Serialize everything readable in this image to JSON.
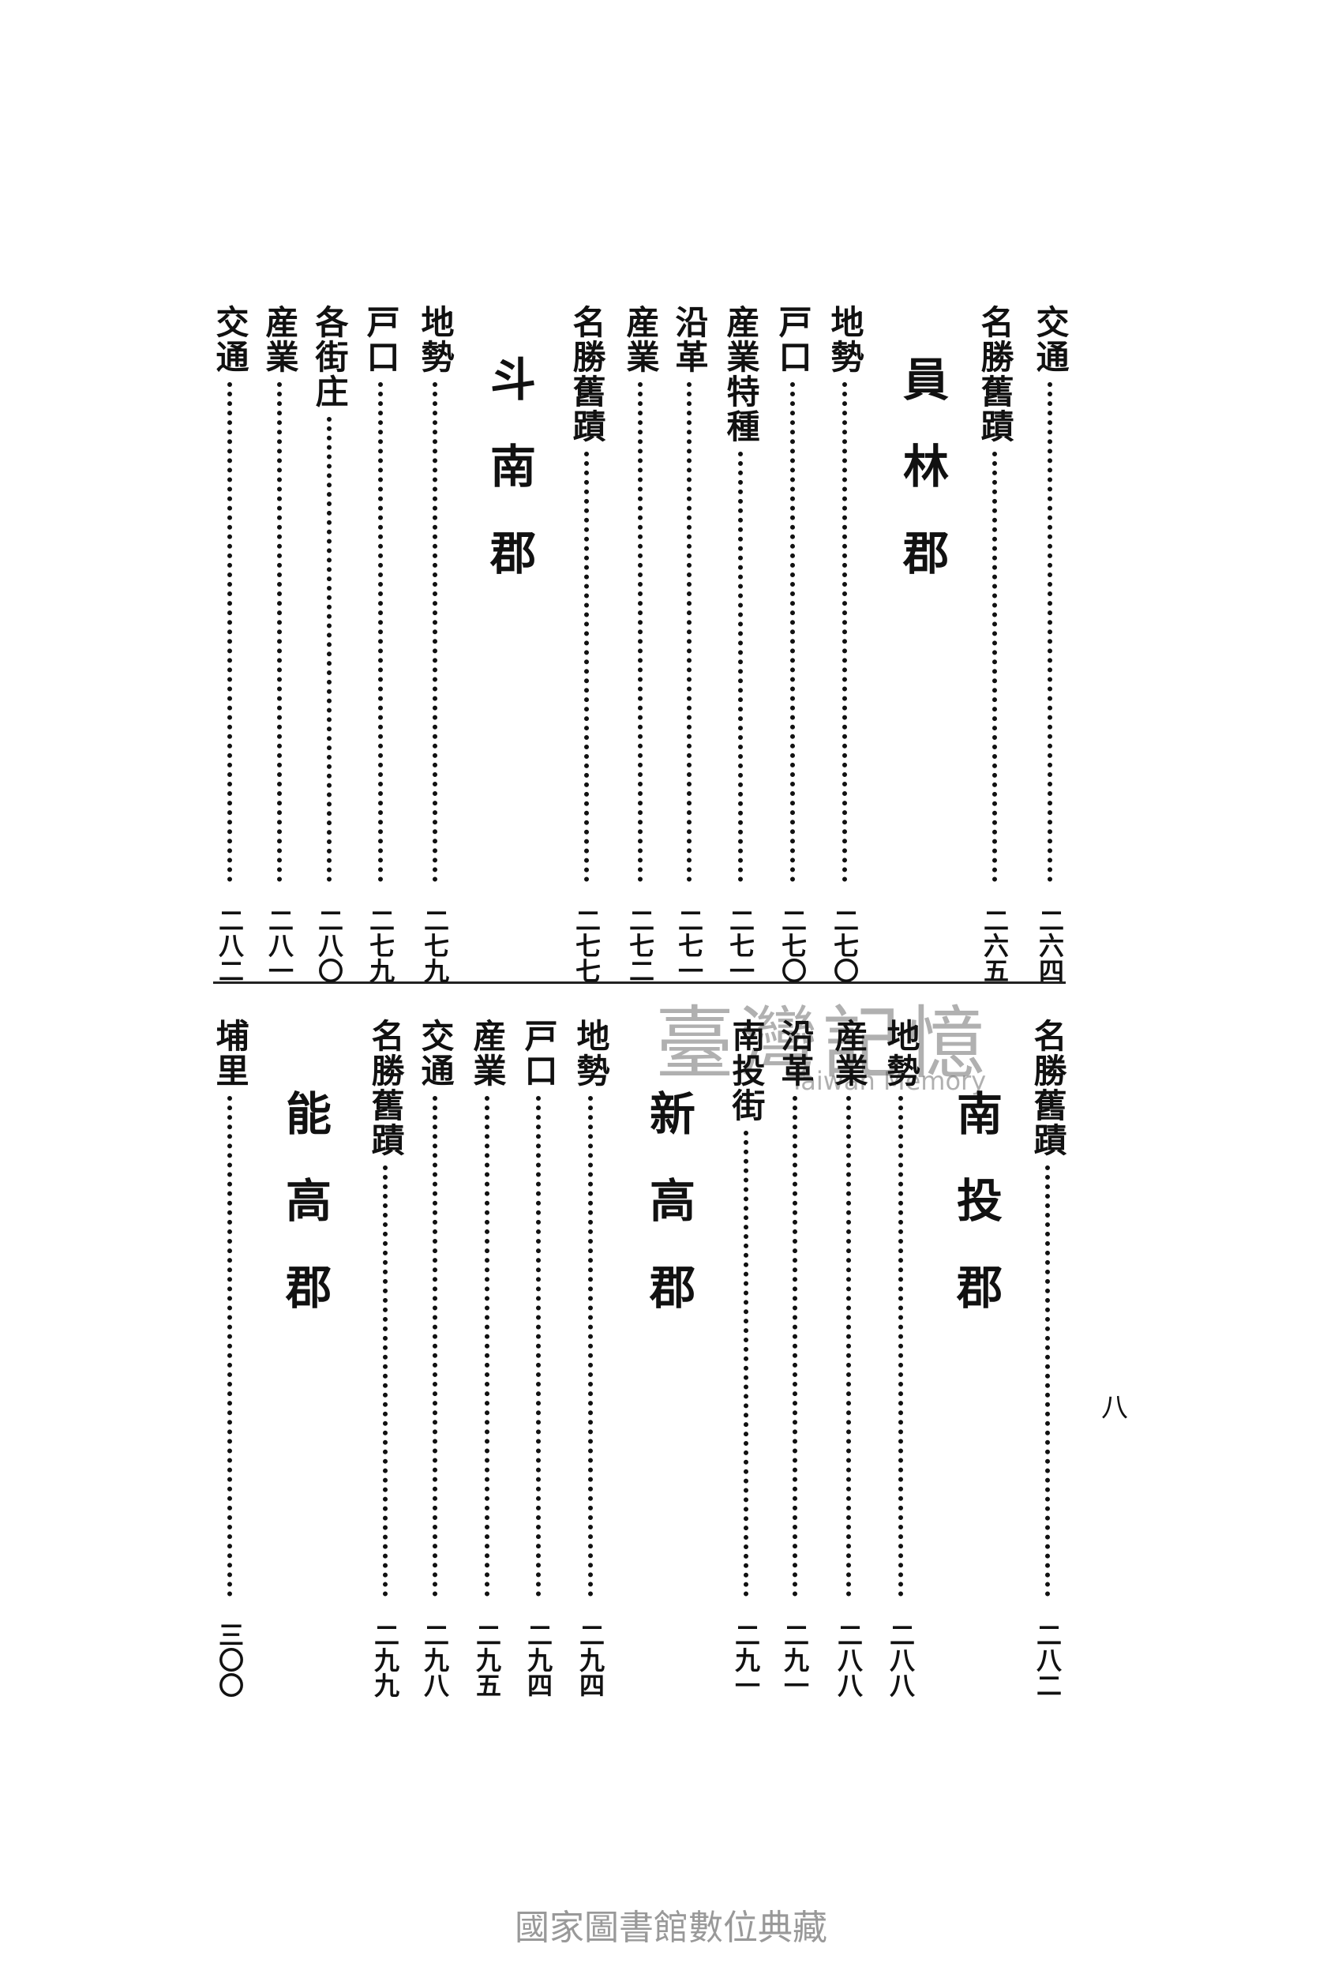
{
  "top_half": [
    {
      "type": "entry",
      "label": "交通",
      "page": "二六四"
    },
    {
      "type": "entry",
      "label": "名勝舊蹟",
      "page": "二六五"
    },
    {
      "type": "heading",
      "label": "員林郡"
    },
    {
      "type": "entry",
      "label": "地勢",
      "page": "二七〇"
    },
    {
      "type": "entry",
      "label": "戸口",
      "page": "二七〇"
    },
    {
      "type": "entry",
      "label": "産業特種",
      "page": "二七一"
    },
    {
      "type": "entry",
      "label": "沿革",
      "page": "二七一"
    },
    {
      "type": "entry",
      "label": "産業",
      "page": "二七二"
    },
    {
      "type": "entry",
      "label": "名勝舊蹟",
      "page": "二七七"
    },
    {
      "type": "heading",
      "label": "斗南郡"
    },
    {
      "type": "entry",
      "label": "地勢",
      "page": "二七九"
    },
    {
      "type": "entry",
      "label": "戸口",
      "page": "二七九"
    },
    {
      "type": "entry",
      "label": "各街庄",
      "page": "二八〇"
    },
    {
      "type": "entry",
      "label": "産業",
      "page": "二八一"
    },
    {
      "type": "entry",
      "label": "交通",
      "page": "二八二"
    }
  ],
  "bottom_half": [
    {
      "type": "entry",
      "label": "名勝舊蹟",
      "page": "二八二"
    },
    {
      "type": "heading",
      "label": "南投郡"
    },
    {
      "type": "entry",
      "label": "地勢",
      "page": "二八八"
    },
    {
      "type": "entry",
      "label": "産業",
      "page": "二八八"
    },
    {
      "type": "entry",
      "label": "沿革",
      "page": "二九一"
    },
    {
      "type": "entry",
      "label": "南投街",
      "page": "二九一"
    },
    {
      "type": "heading",
      "label": "新高郡"
    },
    {
      "type": "entry",
      "label": "地勢",
      "page": "二九四"
    },
    {
      "type": "entry",
      "label": "戸口",
      "page": "二九四"
    },
    {
      "type": "entry",
      "label": "産業",
      "page": "二九五"
    },
    {
      "type": "entry",
      "label": "交通",
      "page": "二九八"
    },
    {
      "type": "entry",
      "label": "名勝舊蹟",
      "page": "二九九"
    },
    {
      "type": "heading",
      "label": "能高郡"
    },
    {
      "type": "entry",
      "label": "埔里",
      "page": "三〇〇"
    }
  ],
  "page_number": "八",
  "watermark": {
    "text": "臺灣記憶",
    "subtext": "Taiwan Memory"
  },
  "footer": "國家圖書館數位典藏"
}
